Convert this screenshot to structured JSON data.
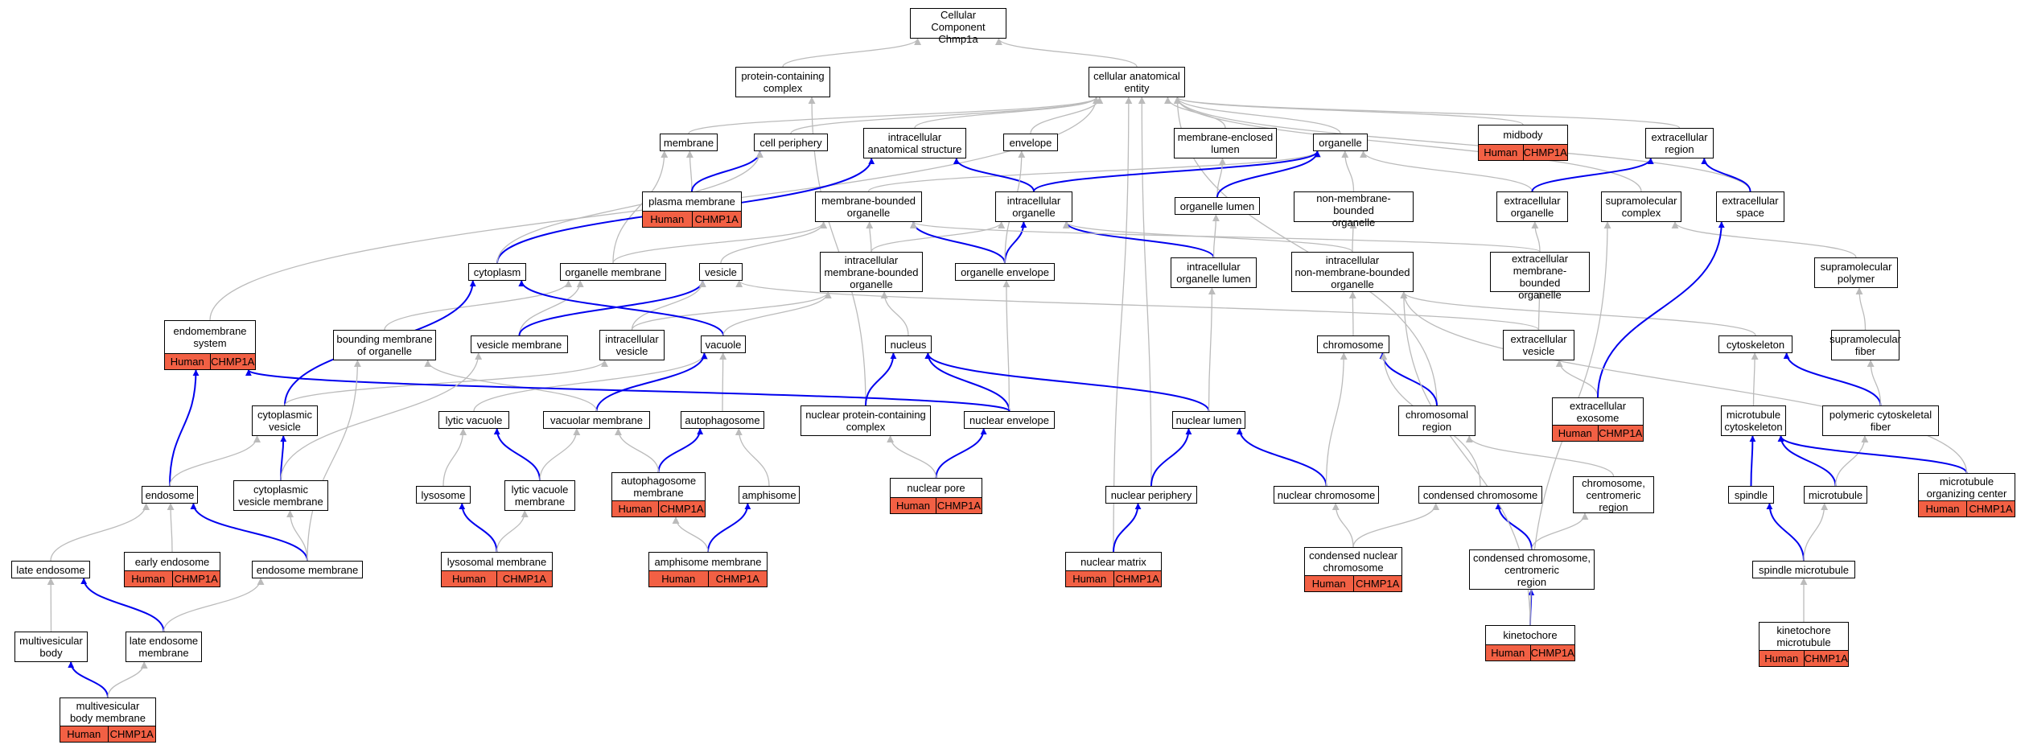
{
  "colors": {
    "highlight_edge": "#0000ee",
    "plain_edge": "#bbbbbb",
    "annotation_fill": "#f26044"
  },
  "nodes": [
    {
      "id": "root",
      "label": "Cellular Component\nChmp1a"
    },
    {
      "id": "pcc",
      "label": "protein-containing\ncomplex"
    },
    {
      "id": "cae",
      "label": "cellular anatomical\nentity"
    },
    {
      "id": "membrane",
      "label": "membrane"
    },
    {
      "id": "cellper",
      "label": "cell periphery"
    },
    {
      "id": "ias",
      "label": "intracellular\nanatomical structure"
    },
    {
      "id": "envelope",
      "label": "envelope"
    },
    {
      "id": "mel",
      "label": "membrane-enclosed\nlumen"
    },
    {
      "id": "organelle",
      "label": "organelle"
    },
    {
      "id": "midbody",
      "label": "midbody",
      "annot": [
        "Human",
        "CHMP1A"
      ]
    },
    {
      "id": "extreg",
      "label": "extracellular\nregion"
    },
    {
      "id": "plasmam",
      "label": "plasma membrane",
      "annot": [
        "Human",
        "CHMP1A"
      ]
    },
    {
      "id": "mbo",
      "label": "membrane-bounded\norganelle"
    },
    {
      "id": "io",
      "label": "intracellular\norganelle"
    },
    {
      "id": "orglumen",
      "label": "organelle lumen"
    },
    {
      "id": "nmbo",
      "label": "non-membrane-bounded\norganelle"
    },
    {
      "id": "extorg",
      "label": "extracellular\norganelle"
    },
    {
      "id": "supcomplex",
      "label": "supramolecular\ncomplex"
    },
    {
      "id": "extspace",
      "label": "extracellular\nspace"
    },
    {
      "id": "cytoplasm",
      "label": "cytoplasm"
    },
    {
      "id": "orgmem",
      "label": "organelle membrane"
    },
    {
      "id": "vesicle",
      "label": "vesicle"
    },
    {
      "id": "imbo",
      "label": "intracellular\nmembrane-bounded\norganelle"
    },
    {
      "id": "orgenv",
      "label": "organelle envelope"
    },
    {
      "id": "iol",
      "label": "intracellular\norganelle lumen"
    },
    {
      "id": "inmbo",
      "label": "intracellular\nnon-membrane-bounded\norganelle"
    },
    {
      "id": "embo",
      "label": "extracellular\nmembrane-bounded\norganelle"
    },
    {
      "id": "suppoly",
      "label": "supramolecular\npolymer"
    },
    {
      "id": "endosys",
      "label": "endomembrane\nsystem",
      "annot": [
        "Human",
        "CHMP1A"
      ]
    },
    {
      "id": "bmo",
      "label": "bounding membrane\nof organelle"
    },
    {
      "id": "vesmem",
      "label": "vesicle membrane"
    },
    {
      "id": "intves",
      "label": "intracellular\nvesicle"
    },
    {
      "id": "vacuole",
      "label": "vacuole"
    },
    {
      "id": "nucleus",
      "label": "nucleus"
    },
    {
      "id": "chromosome",
      "label": "chromosome"
    },
    {
      "id": "extves",
      "label": "extracellular\nvesicle"
    },
    {
      "id": "cytoskeleton",
      "label": "cytoskeleton"
    },
    {
      "id": "supfiber",
      "label": "supramolecular\nfiber"
    },
    {
      "id": "cytves",
      "label": "cytoplasmic\nvesicle"
    },
    {
      "id": "lytvac",
      "label": "lytic vacuole"
    },
    {
      "id": "vacmem",
      "label": "vacuolar membrane"
    },
    {
      "id": "autoph",
      "label": "autophagosome"
    },
    {
      "id": "npc",
      "label": "nuclear protein-containing\ncomplex"
    },
    {
      "id": "nucenv",
      "label": "nuclear envelope"
    },
    {
      "id": "nuclumen",
      "label": "nuclear lumen"
    },
    {
      "id": "chromreg",
      "label": "chromosomal\nregion"
    },
    {
      "id": "exosome",
      "label": "extracellular\nexosome",
      "annot": [
        "Human",
        "CHMP1A"
      ]
    },
    {
      "id": "mtcyto",
      "label": "microtubule\ncytoskeleton"
    },
    {
      "id": "pcf",
      "label": "polymeric cytoskeletal\nfiber"
    },
    {
      "id": "endosome",
      "label": "endosome"
    },
    {
      "id": "cvm",
      "label": "cytoplasmic\nvesicle membrane"
    },
    {
      "id": "lysosome",
      "label": "lysosome"
    },
    {
      "id": "lvm",
      "label": "lytic vacuole\nmembrane"
    },
    {
      "id": "apmem",
      "label": "autophagosome\nmembrane",
      "annot": [
        "Human",
        "CHMP1A"
      ]
    },
    {
      "id": "amphisome",
      "label": "amphisome"
    },
    {
      "id": "nucpore",
      "label": "nuclear pore",
      "annot": [
        "Human",
        "CHMP1A"
      ]
    },
    {
      "id": "nucper",
      "label": "nuclear periphery"
    },
    {
      "id": "nucchrom",
      "label": "nuclear chromosome"
    },
    {
      "id": "condchrom",
      "label": "condensed chromosome"
    },
    {
      "id": "chromcent",
      "label": "chromosome,\ncentromeric\nregion"
    },
    {
      "id": "spindle",
      "label": "spindle"
    },
    {
      "id": "microtubule",
      "label": "microtubule"
    },
    {
      "id": "mtoc",
      "label": "microtubule\norganizing center",
      "annot": [
        "Human",
        "CHMP1A"
      ]
    },
    {
      "id": "lateendo",
      "label": "late endosome"
    },
    {
      "id": "earlyendo",
      "label": "early endosome",
      "annot": [
        "Human",
        "CHMP1A"
      ]
    },
    {
      "id": "endomem",
      "label": "endosome membrane"
    },
    {
      "id": "lysmem",
      "label": "lysosomal membrane",
      "annot": [
        "Human",
        "CHMP1A"
      ]
    },
    {
      "id": "amphmem",
      "label": "amphisome membrane",
      "annot": [
        "Human",
        "CHMP1A"
      ]
    },
    {
      "id": "nucmatrix",
      "label": "nuclear matrix",
      "annot": [
        "Human",
        "CHMP1A"
      ]
    },
    {
      "id": "cnc",
      "label": "condensed nuclear\nchromosome",
      "annot": [
        "Human",
        "CHMP1A"
      ]
    },
    {
      "id": "ccc",
      "label": "condensed chromosome,\ncentromeric\nregion"
    },
    {
      "id": "spmt",
      "label": "spindle microtubule"
    },
    {
      "id": "mvb",
      "label": "multivesicular\nbody"
    },
    {
      "id": "lem",
      "label": "late endosome\nmembrane"
    },
    {
      "id": "kinetochore",
      "label": "kinetochore",
      "annot": [
        "Human",
        "CHMP1A"
      ]
    },
    {
      "id": "kmt",
      "label": "kinetochore\nmicrotubule",
      "annot": [
        "Human",
        "CHMP1A"
      ]
    },
    {
      "id": "mvbm",
      "label": "multivesicular\nbody membrane",
      "annot": [
        "Human",
        "CHMP1A"
      ]
    }
  ],
  "edges": [
    {
      "from": "pcc",
      "to": "root",
      "kind": "plain"
    },
    {
      "from": "cae",
      "to": "root",
      "kind": "plain"
    },
    {
      "from": "membrane",
      "to": "cae",
      "kind": "plain"
    },
    {
      "from": "cellper",
      "to": "cae",
      "kind": "plain"
    },
    {
      "from": "ias",
      "to": "cae",
      "kind": "plain"
    },
    {
      "from": "envelope",
      "to": "cae",
      "kind": "plain"
    },
    {
      "from": "mel",
      "to": "cae",
      "kind": "plain"
    },
    {
      "from": "organelle",
      "to": "cae",
      "kind": "plain"
    },
    {
      "from": "midbody",
      "to": "cae",
      "kind": "plain"
    },
    {
      "from": "extreg",
      "to": "cae",
      "kind": "plain"
    },
    {
      "from": "supcomplex",
      "to": "cae",
      "kind": "plain"
    },
    {
      "from": "extspace",
      "to": "cae",
      "kind": "plain"
    },
    {
      "from": "endosys",
      "to": "cae",
      "kind": "plain"
    },
    {
      "from": "npc",
      "to": "pcc",
      "kind": "plain"
    },
    {
      "from": "chromreg",
      "to": "cae",
      "kind": "plain"
    },
    {
      "from": "nucmatrix",
      "to": "cae",
      "kind": "plain"
    },
    {
      "from": "nucper",
      "to": "cae",
      "kind": "plain"
    },
    {
      "from": "plasmam",
      "to": "membrane",
      "kind": "plain"
    },
    {
      "from": "plasmam",
      "to": "cellper",
      "kind": "blue"
    },
    {
      "from": "orgmem",
      "to": "membrane",
      "kind": "plain"
    },
    {
      "from": "mbo",
      "to": "organelle",
      "kind": "plain"
    },
    {
      "from": "io",
      "to": "organelle",
      "kind": "blue"
    },
    {
      "from": "io",
      "to": "ias",
      "kind": "blue"
    },
    {
      "from": "orglumen",
      "to": "mel",
      "kind": "plain"
    },
    {
      "from": "orglumen",
      "to": "organelle",
      "kind": "blue"
    },
    {
      "from": "nmbo",
      "to": "organelle",
      "kind": "plain"
    },
    {
      "from": "extorg",
      "to": "organelle",
      "kind": "plain"
    },
    {
      "from": "extorg",
      "to": "extreg",
      "kind": "blue"
    },
    {
      "from": "extspace",
      "to": "extreg",
      "kind": "blue"
    },
    {
      "from": "cytoplasm",
      "to": "ias",
      "kind": "blue"
    },
    {
      "from": "cytoplasm",
      "to": "cellper",
      "kind": "plain"
    },
    {
      "from": "orgmem",
      "to": "mbo",
      "kind": "plain"
    },
    {
      "from": "vesicle",
      "to": "mbo",
      "kind": "plain"
    },
    {
      "from": "imbo",
      "to": "mbo",
      "kind": "plain"
    },
    {
      "from": "imbo",
      "to": "io",
      "kind": "plain"
    },
    {
      "from": "orgenv",
      "to": "io",
      "kind": "blue"
    },
    {
      "from": "orgenv",
      "to": "mbo",
      "kind": "blue"
    },
    {
      "from": "orgenv",
      "to": "envelope",
      "kind": "plain"
    },
    {
      "from": "iol",
      "to": "io",
      "kind": "blue"
    },
    {
      "from": "iol",
      "to": "orglumen",
      "kind": "plain"
    },
    {
      "from": "inmbo",
      "to": "io",
      "kind": "plain"
    },
    {
      "from": "inmbo",
      "to": "nmbo",
      "kind": "plain"
    },
    {
      "from": "embo",
      "to": "extorg",
      "kind": "plain"
    },
    {
      "from": "embo",
      "to": "mbo",
      "kind": "plain"
    },
    {
      "from": "suppoly",
      "to": "supcomplex",
      "kind": "plain"
    },
    {
      "from": "bmo",
      "to": "orgmem",
      "kind": "plain"
    },
    {
      "from": "vesmem",
      "to": "orgmem",
      "kind": "plain"
    },
    {
      "from": "vesmem",
      "to": "vesicle",
      "kind": "blue"
    },
    {
      "from": "intves",
      "to": "vesicle",
      "kind": "plain"
    },
    {
      "from": "intves",
      "to": "imbo",
      "kind": "plain"
    },
    {
      "from": "vacuole",
      "to": "cytoplasm",
      "kind": "blue"
    },
    {
      "from": "vacuole",
      "to": "imbo",
      "kind": "plain"
    },
    {
      "from": "nucleus",
      "to": "imbo",
      "kind": "plain"
    },
    {
      "from": "chromosome",
      "to": "inmbo",
      "kind": "plain"
    },
    {
      "from": "extves",
      "to": "embo",
      "kind": "plain"
    },
    {
      "from": "extves",
      "to": "vesicle",
      "kind": "plain"
    },
    {
      "from": "cytoskeleton",
      "to": "inmbo",
      "kind": "plain"
    },
    {
      "from": "supfiber",
      "to": "suppoly",
      "kind": "plain"
    },
    {
      "from": "cytves",
      "to": "cytoplasm",
      "kind": "blue"
    },
    {
      "from": "cytves",
      "to": "intves",
      "kind": "plain"
    },
    {
      "from": "lytvac",
      "to": "vacuole",
      "kind": "plain"
    },
    {
      "from": "vacmem",
      "to": "vacuole",
      "kind": "blue"
    },
    {
      "from": "vacmem",
      "to": "bmo",
      "kind": "plain"
    },
    {
      "from": "autoph",
      "to": "vacuole",
      "kind": "plain"
    },
    {
      "from": "npc",
      "to": "nucleus",
      "kind": "blue"
    },
    {
      "from": "nucenv",
      "to": "nucleus",
      "kind": "blue"
    },
    {
      "from": "nucenv",
      "to": "orgenv",
      "kind": "plain"
    },
    {
      "from": "nucenv",
      "to": "endosys",
      "kind": "blue"
    },
    {
      "from": "nuclumen",
      "to": "nucleus",
      "kind": "blue"
    },
    {
      "from": "nuclumen",
      "to": "iol",
      "kind": "plain"
    },
    {
      "from": "chromreg",
      "to": "chromosome",
      "kind": "blue"
    },
    {
      "from": "exosome",
      "to": "extves",
      "kind": "plain"
    },
    {
      "from": "exosome",
      "to": "extspace",
      "kind": "blue"
    },
    {
      "from": "mtcyto",
      "to": "cytoskeleton",
      "kind": "plain"
    },
    {
      "from": "pcf",
      "to": "cytoskeleton",
      "kind": "blue"
    },
    {
      "from": "pcf",
      "to": "supfiber",
      "kind": "plain"
    },
    {
      "from": "endosome",
      "to": "endosys",
      "kind": "blue"
    },
    {
      "from": "endosome",
      "to": "cytves",
      "kind": "plain"
    },
    {
      "from": "cvm",
      "to": "cytves",
      "kind": "blue"
    },
    {
      "from": "cvm",
      "to": "vesmem",
      "kind": "plain"
    },
    {
      "from": "lysosome",
      "to": "lytvac",
      "kind": "plain"
    },
    {
      "from": "lvm",
      "to": "lytvac",
      "kind": "blue"
    },
    {
      "from": "lvm",
      "to": "vacmem",
      "kind": "plain"
    },
    {
      "from": "apmem",
      "to": "autoph",
      "kind": "blue"
    },
    {
      "from": "apmem",
      "to": "vacmem",
      "kind": "plain"
    },
    {
      "from": "amphisome",
      "to": "autoph",
      "kind": "plain"
    },
    {
      "from": "nucpore",
      "to": "nucenv",
      "kind": "blue"
    },
    {
      "from": "nucpore",
      "to": "npc",
      "kind": "plain"
    },
    {
      "from": "nucper",
      "to": "nuclumen",
      "kind": "blue"
    },
    {
      "from": "nucchrom",
      "to": "nuclumen",
      "kind": "blue"
    },
    {
      "from": "nucchrom",
      "to": "chromosome",
      "kind": "plain"
    },
    {
      "from": "condchrom",
      "to": "chromosome",
      "kind": "plain"
    },
    {
      "from": "chromcent",
      "to": "chromreg",
      "kind": "plain"
    },
    {
      "from": "spindle",
      "to": "mtcyto",
      "kind": "blue"
    },
    {
      "from": "microtubule",
      "to": "mtcyto",
      "kind": "blue"
    },
    {
      "from": "microtubule",
      "to": "pcf",
      "kind": "plain"
    },
    {
      "from": "mtoc",
      "to": "mtcyto",
      "kind": "blue"
    },
    {
      "from": "mtoc",
      "to": "inmbo",
      "kind": "plain"
    },
    {
      "from": "lateendo",
      "to": "endosome",
      "kind": "plain"
    },
    {
      "from": "earlyendo",
      "to": "endosome",
      "kind": "plain"
    },
    {
      "from": "endomem",
      "to": "endosome",
      "kind": "blue"
    },
    {
      "from": "endomem",
      "to": "cvm",
      "kind": "plain"
    },
    {
      "from": "endomem",
      "to": "bmo",
      "kind": "plain"
    },
    {
      "from": "lysmem",
      "to": "lysosome",
      "kind": "blue"
    },
    {
      "from": "lysmem",
      "to": "lvm",
      "kind": "plain"
    },
    {
      "from": "amphmem",
      "to": "amphisome",
      "kind": "blue"
    },
    {
      "from": "amphmem",
      "to": "apmem",
      "kind": "plain"
    },
    {
      "from": "nucmatrix",
      "to": "nucper",
      "kind": "blue"
    },
    {
      "from": "cnc",
      "to": "nucchrom",
      "kind": "plain"
    },
    {
      "from": "cnc",
      "to": "condchrom",
      "kind": "plain"
    },
    {
      "from": "ccc",
      "to": "condchrom",
      "kind": "blue"
    },
    {
      "from": "ccc",
      "to": "chromcent",
      "kind": "plain"
    },
    {
      "from": "spmt",
      "to": "spindle",
      "kind": "blue"
    },
    {
      "from": "spmt",
      "to": "microtubule",
      "kind": "plain"
    },
    {
      "from": "mvb",
      "to": "lateendo",
      "kind": "plain"
    },
    {
      "from": "lem",
      "to": "lateendo",
      "kind": "blue"
    },
    {
      "from": "lem",
      "to": "endomem",
      "kind": "plain"
    },
    {
      "from": "kinetochore",
      "to": "ccc",
      "kind": "blue"
    },
    {
      "from": "kinetochore",
      "to": "inmbo",
      "kind": "plain"
    },
    {
      "from": "kinetochore",
      "to": "supcomplex",
      "kind": "plain"
    },
    {
      "from": "kmt",
      "to": "spmt",
      "kind": "plain"
    },
    {
      "from": "mvbm",
      "to": "mvb",
      "kind": "blue"
    },
    {
      "from": "mvbm",
      "to": "lem",
      "kind": "plain"
    }
  ]
}
